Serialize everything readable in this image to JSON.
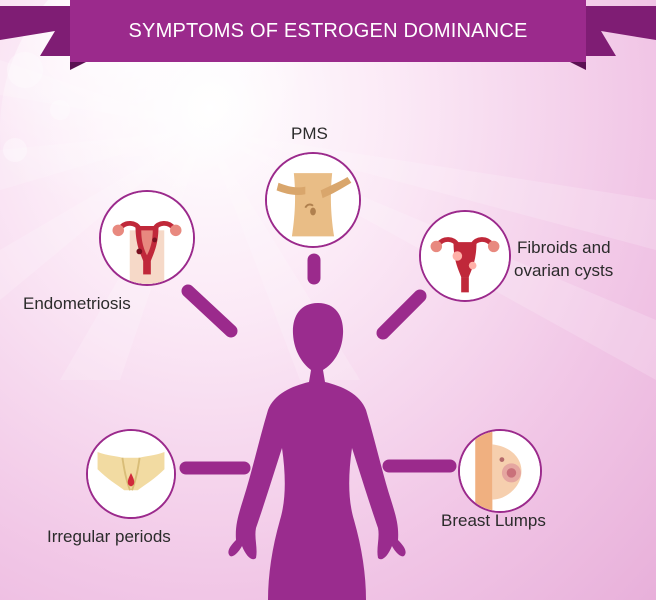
{
  "title": "SYMPTOMS  OF ESTROGEN DOMINANCE",
  "colors": {
    "primary_purple": "#9b2a8c",
    "banner_dark": "#7f1d74",
    "silhouette": "#9a2c8e",
    "background_pink": "#f1c6e6",
    "uterus_red": "#c0283a",
    "skin": "#e9bd86"
  },
  "symptoms": [
    {
      "label": "PMS",
      "icon": "abdomen-cramp-icon"
    },
    {
      "label": "Endometriosis",
      "icon": "uterus-icon"
    },
    {
      "label": "Fibroids and ovarian cysts",
      "label_lines": [
        "Fibroids and",
        "ovarian cysts"
      ],
      "icon": "uterus-fibroid-icon"
    },
    {
      "label": "Irregular periods",
      "icon": "pelvis-drop-icon"
    },
    {
      "label": "Breast Lumps",
      "icon": "breast-icon"
    }
  ]
}
